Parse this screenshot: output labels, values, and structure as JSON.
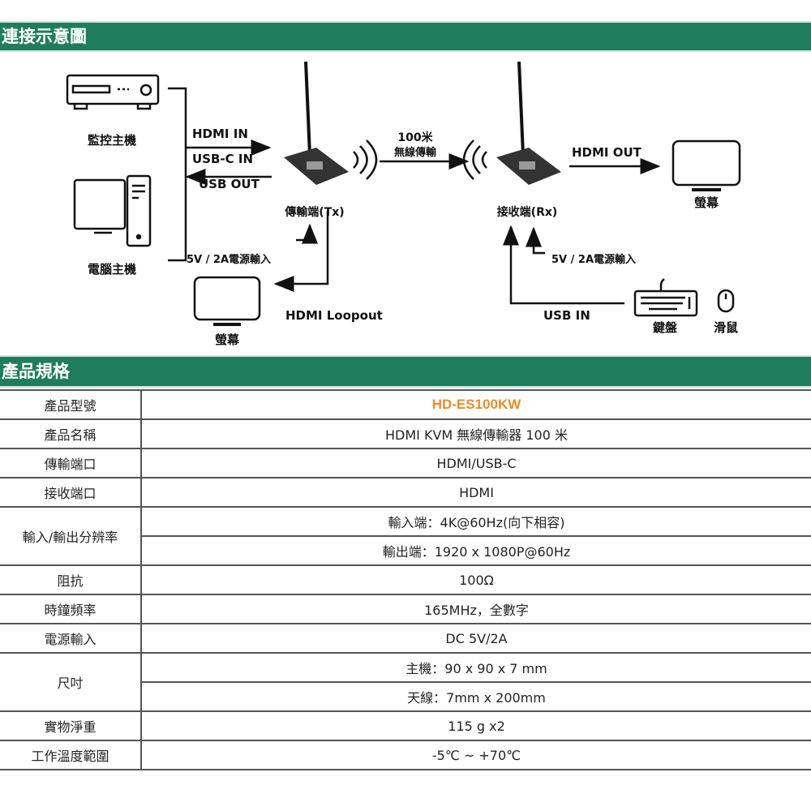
{
  "sections": {
    "diagram_title": "連接示意圖",
    "spec_title": "產品規格"
  },
  "diagram": {
    "dvr": "監控主機",
    "pc": "電腦主機",
    "hdmi_in": "HDMI IN",
    "usbc_in": "USB-C IN",
    "usb_out": "USB OUT",
    "tx": "傳輸端(Tx)",
    "rx": "接收端(Rx)",
    "distance": "100米",
    "wireless": "無線傳輸",
    "hdmi_out": "HDMI OUT",
    "monitor": "螢幕",
    "power_tx": "5V / 2A電源輸入",
    "power_rx": "5V / 2A電源輸入",
    "loopout": "HDMI Loopout",
    "monitor_loop": "螢幕",
    "usb_in": "USB IN",
    "keyboard": "鍵盤",
    "mouse": "滑鼠"
  },
  "specs": [
    {
      "label": "產品型號",
      "values": [
        "HD-ES100KW"
      ]
    },
    {
      "label": "產品名稱",
      "values": [
        "HDMI KVM 無線傳輸器 100 米"
      ]
    },
    {
      "label": "傳輸端口",
      "values": [
        "HDMI/USB-C"
      ]
    },
    {
      "label": "接收端口",
      "values": [
        "HDMI"
      ]
    },
    {
      "label": "輸入/輸出分辨率",
      "values": [
        "輸入端：4K@60Hz(向下相容)",
        "輸出端：1920 x 1080P@60Hz"
      ]
    },
    {
      "label": "阻抗",
      "values": [
        "100Ω"
      ]
    },
    {
      "label": "時鐘頻率",
      "values": [
        "165MHz，全數字"
      ]
    },
    {
      "label": "電源輸入",
      "values": [
        "DC 5V/2A"
      ]
    },
    {
      "label": "尺吋",
      "values": [
        "主機：90 x 90 x 7 mm",
        "天線：7mm x 200mm"
      ]
    },
    {
      "label": "實物淨重",
      "values": [
        "115 g x2"
      ]
    },
    {
      "label": "工作溫度範圍",
      "values": [
        "-5℃ ~ +70℃"
      ]
    }
  ],
  "colors": {
    "header_green": "#1f7d5e",
    "model_orange": "#f08a24"
  }
}
